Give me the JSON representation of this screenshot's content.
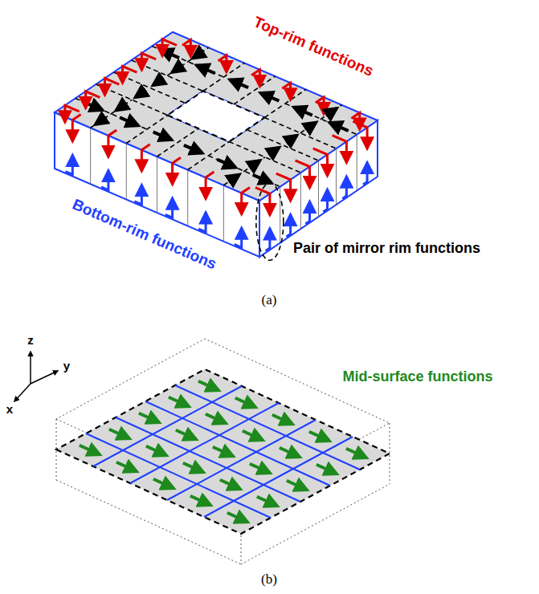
{
  "diagram": {
    "labels": [
      "Top-rim functions",
      "Bottom-rim functions",
      "Pair of mirror rim functions",
      "(a)",
      "Mid-surface functions",
      "z",
      "y",
      "x",
      "(b)"
    ]
  }
}
